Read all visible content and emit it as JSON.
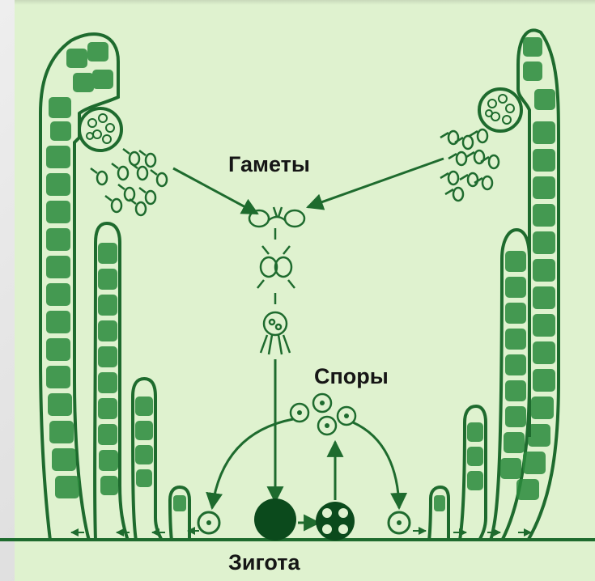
{
  "diagram": {
    "labels": {
      "gametes": "Гаметы",
      "spores": "Споры",
      "zygote": "Зигота"
    },
    "colors": {
      "background": "#dff2cf",
      "stroke": "#1e6b2e",
      "cell_fill": "#2a8a3c",
      "zygote_fill": "#0b4a1c"
    }
  }
}
